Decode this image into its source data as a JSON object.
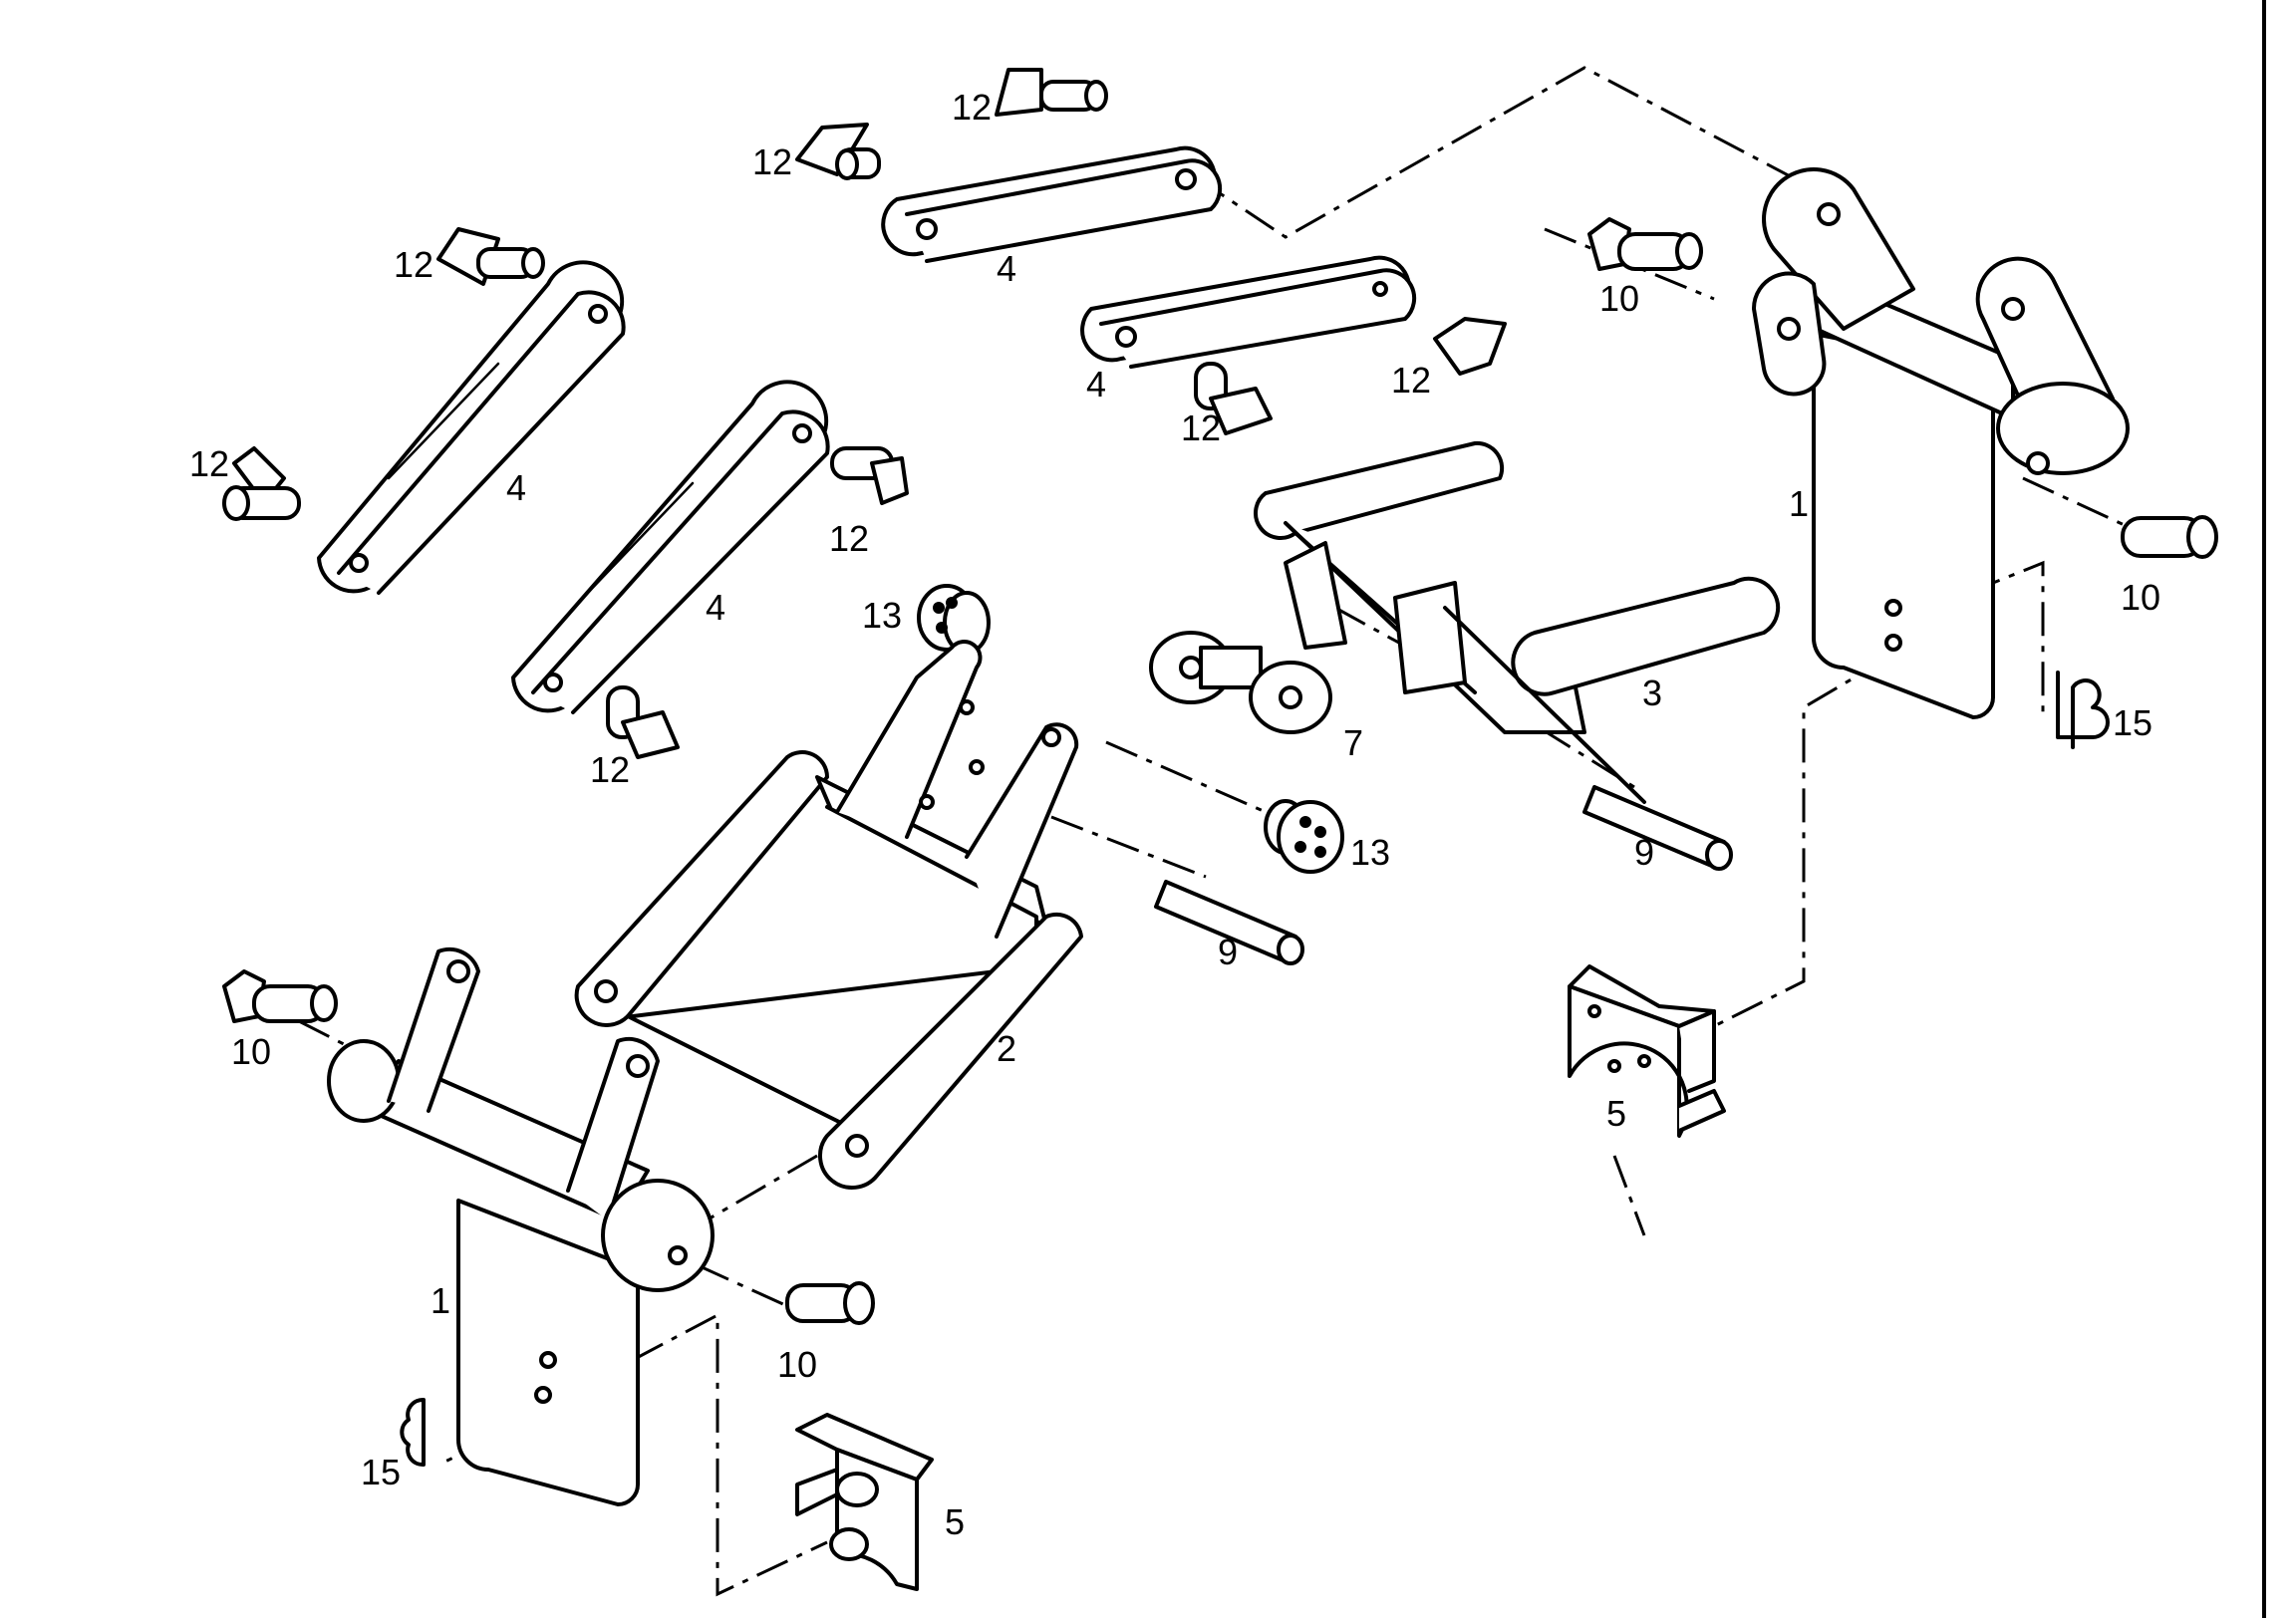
{
  "labels": {
    "l12a": "12",
    "l12b": "12",
    "l12c": "12",
    "l12d": "12",
    "l12e": "12",
    "l12f": "12",
    "l12g": "12",
    "l12h": "12",
    "l4a": "4",
    "l4b": "4",
    "l4c": "4",
    "l4d": "4",
    "l10a": "10",
    "l10b": "10",
    "l10c": "10",
    "l10d": "10",
    "l1a": "1",
    "l1b": "1",
    "l15a": "15",
    "l15b": "15",
    "l13a": "13",
    "l13b": "13",
    "l9a": "9",
    "l9b": "9",
    "l3": "3",
    "l7": "7",
    "l2": "2",
    "l5a": "5",
    "l5b": "5"
  }
}
